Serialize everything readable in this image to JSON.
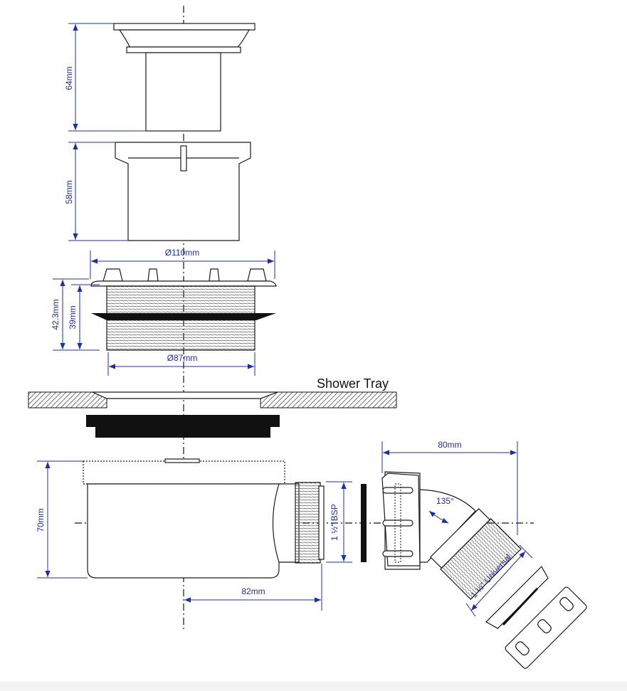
{
  "labels": {
    "grate_height": "64mm",
    "body_height": "58mm",
    "flange_diameter": "Ø110mm",
    "overall_height": "42.3mm",
    "thread_height": "39mm",
    "thread_diameter": "Ø87mm",
    "shower_tray": "Shower Tray",
    "trap_height": "70mm",
    "outlet_offset": "82mm",
    "outlet_thread": "1 ½\" BSP",
    "elbow_width": "80mm",
    "elbow_angle": "135°",
    "elbow_outlet": "1 ½\" Universal"
  },
  "colors": {
    "dimension": "#1f2fa3",
    "outline": "#1a1a1a"
  }
}
